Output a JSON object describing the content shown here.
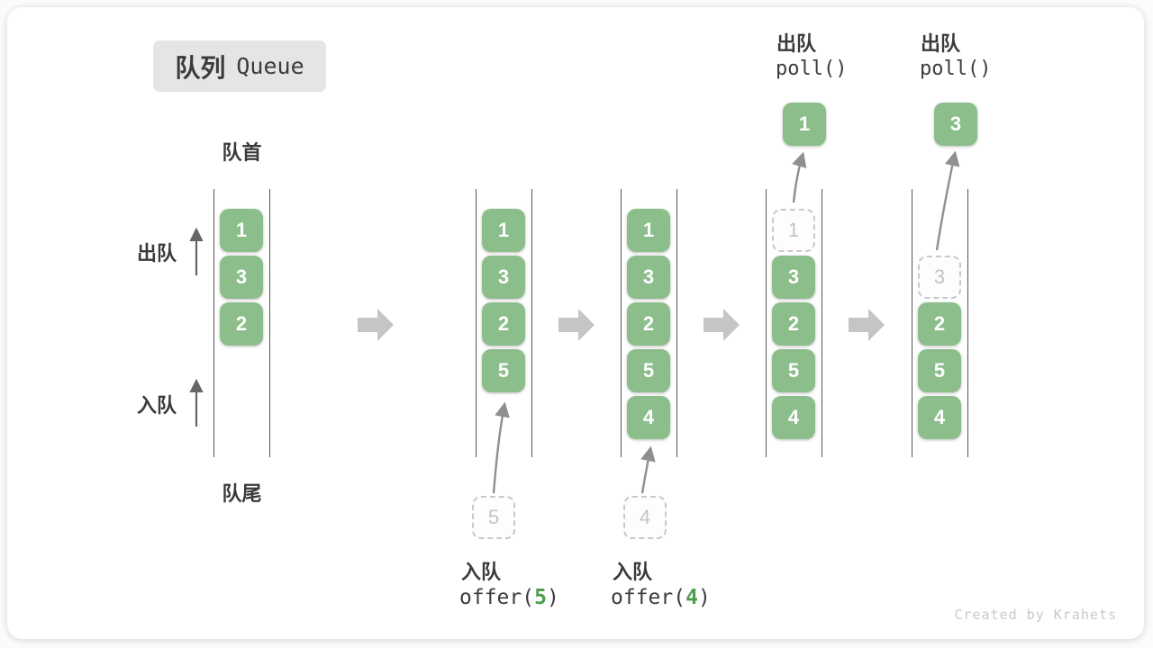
{
  "title": {
    "cjk": "队列",
    "en": "Queue"
  },
  "labels": {
    "front": "队首",
    "rear": "队尾",
    "dequeue": "出队",
    "enqueue": "入队"
  },
  "queues": {
    "q1": {
      "cells": [
        "1",
        "3",
        "2"
      ]
    },
    "q2": {
      "cells": [
        "1",
        "3",
        "2",
        "5"
      ]
    },
    "q3": {
      "cells": [
        "1",
        "3",
        "2",
        "5",
        "4"
      ]
    },
    "q4": {
      "op_label": "出队",
      "op_code": "poll()",
      "popped": "1",
      "ghost": "1",
      "cells": [
        "3",
        "2",
        "5",
        "4"
      ]
    },
    "q5": {
      "op_label": "出队",
      "op_code": "poll()",
      "popped": "3",
      "ghost": "3",
      "cells": [
        "2",
        "5",
        "4"
      ]
    }
  },
  "enqueue_ops": {
    "offer5": {
      "label": "入队",
      "fn": "offer(",
      "arg": "5",
      "close": ")",
      "ghost": "5"
    },
    "offer4": {
      "label": "入队",
      "fn": "offer(",
      "arg": "4",
      "close": ")",
      "ghost": "4"
    }
  },
  "colors": {
    "cell_green": "#8CBE8C",
    "code_arg_green": "#4D9D4D",
    "block_arrow_gray": "#C5C5C5",
    "ghost_border_gray": "#C9C9C9",
    "title_bg_gray": "#E5E5E5"
  },
  "footer": {
    "text": "Created by Krahets"
  }
}
